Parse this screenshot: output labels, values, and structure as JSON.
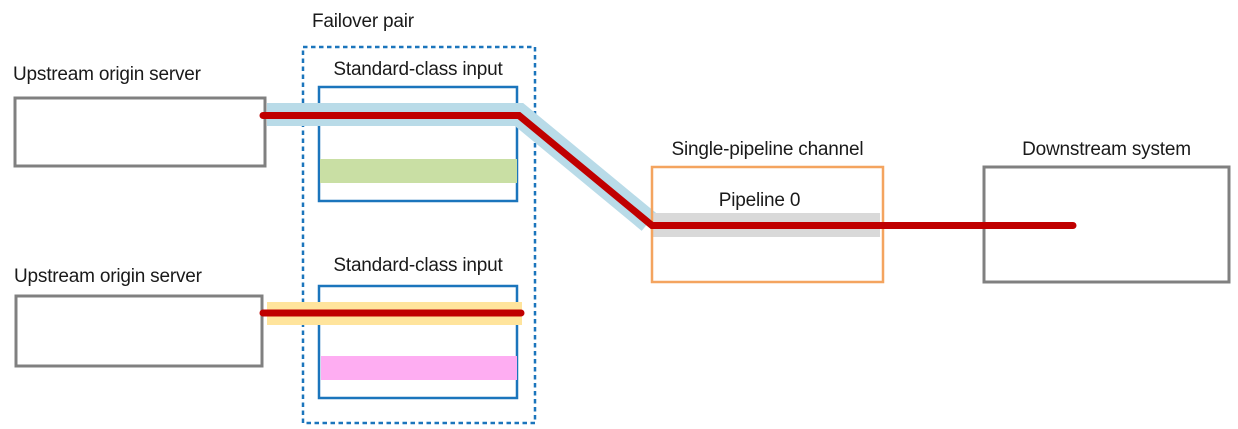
{
  "nodes": {
    "failover_pair": {
      "label": "Failover pair"
    },
    "upstream_origin_top": {
      "label": "Upstream origin server"
    },
    "upstream_origin_bottom": {
      "label": "Upstream origin server"
    },
    "standard_input_top": {
      "label": "Standard-class input"
    },
    "standard_input_bottom": {
      "label": "Standard-class input"
    },
    "single_pipeline_channel": {
      "label": "Single-pipeline channel"
    },
    "pipeline_0": {
      "label": "Pipeline 0"
    },
    "downstream_system": {
      "label": "Downstream system"
    }
  },
  "colors": {
    "active_path_red": "#c00000",
    "blue_flow_band": "#b9dbe8",
    "yellow_flow_band": "#ffe49c",
    "green_band": "#c9dfa4",
    "pink_band": "#feadf2",
    "gray_pipeline_band": "#d9d9d9",
    "gray_box_border": "#808080",
    "blue_box_border": "#1b75bc",
    "orange_box_border": "#f4a45f",
    "white_fill": "#ffffff"
  }
}
